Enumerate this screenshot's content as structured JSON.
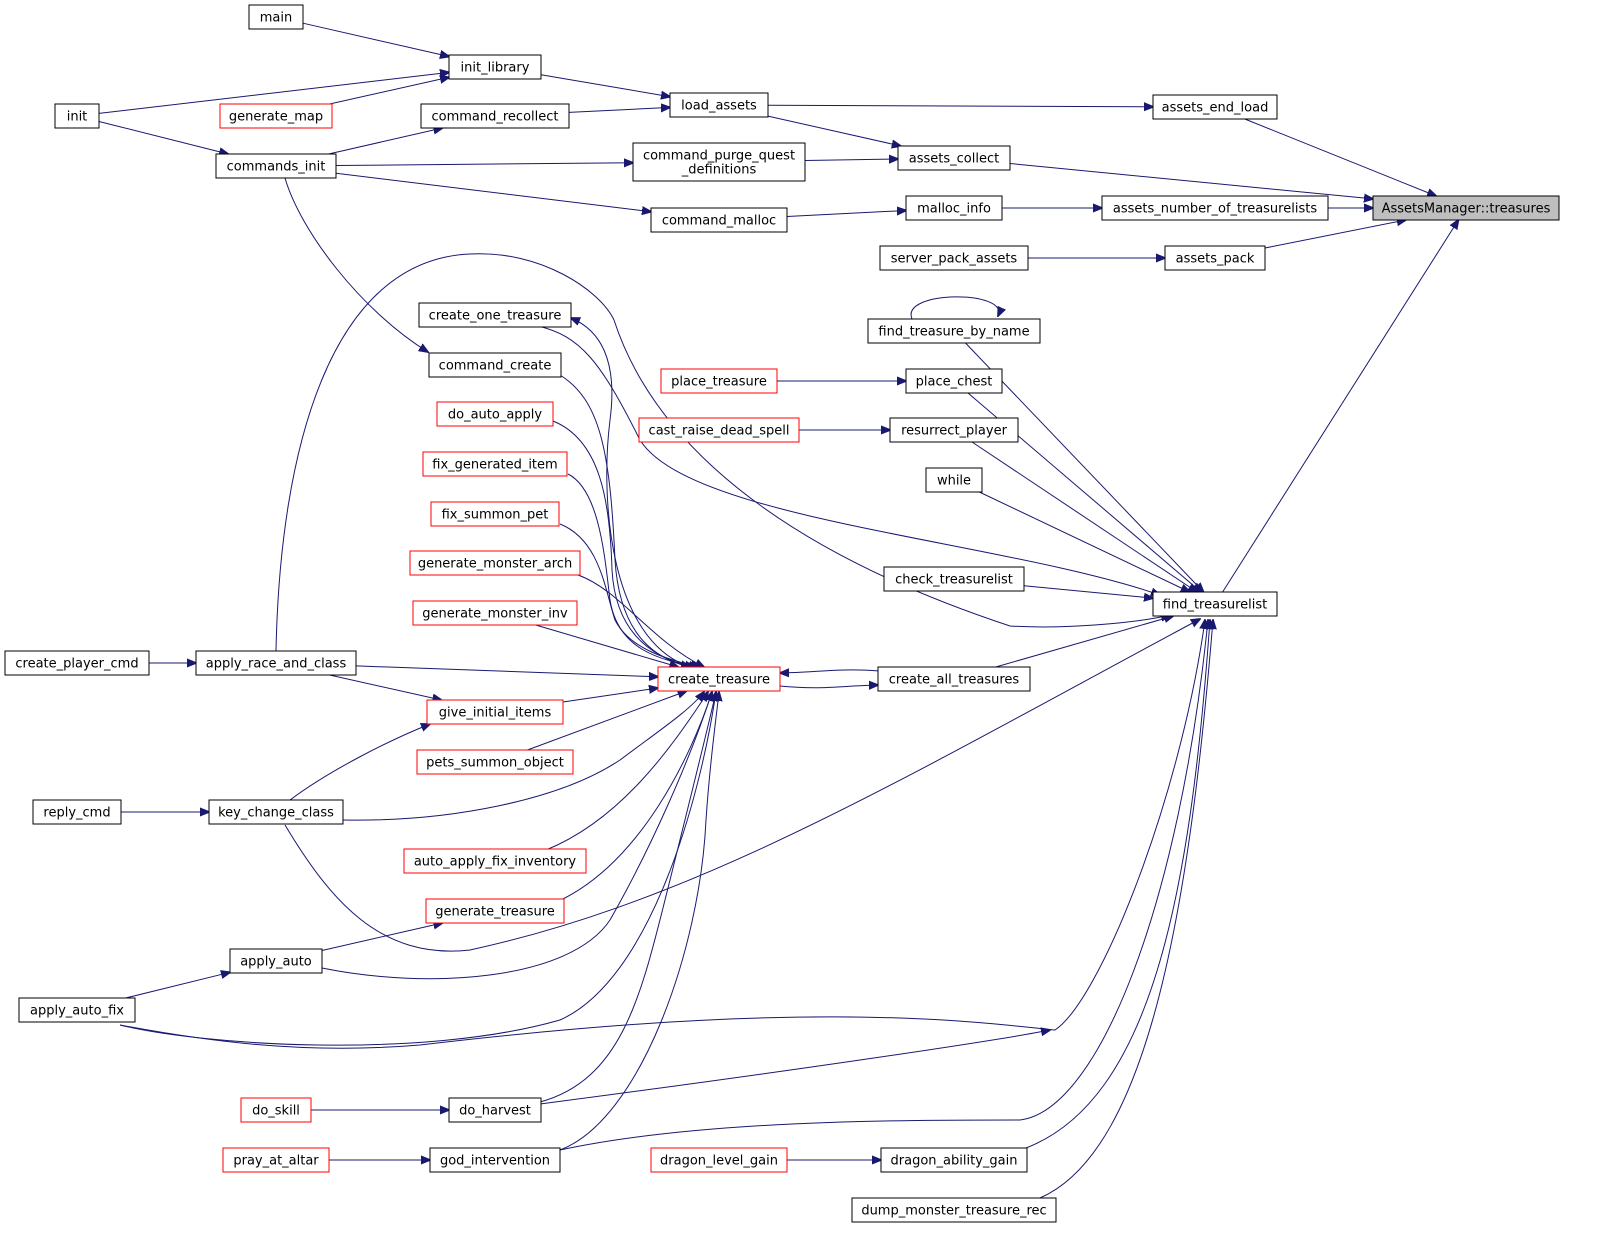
{
  "diagram": {
    "root": "AssetsManager::treasures",
    "colors": {
      "edge": "#191970",
      "node_border": "#000000",
      "incomplete_border": "#ff0000",
      "root_fill": "#bfbfbf"
    },
    "nodes": [
      {
        "id": "root",
        "lines": [
          "AssetsManager::treasures"
        ],
        "style": "root"
      },
      {
        "id": "main",
        "lines": [
          "main"
        ],
        "style": "normal"
      },
      {
        "id": "init_library",
        "lines": [
          "init_library"
        ],
        "style": "normal"
      },
      {
        "id": "init",
        "lines": [
          "init"
        ],
        "style": "normal"
      },
      {
        "id": "generate_map",
        "lines": [
          "generate_map"
        ],
        "style": "red"
      },
      {
        "id": "load_assets",
        "lines": [
          "load_assets"
        ],
        "style": "normal"
      },
      {
        "id": "command_recollect",
        "lines": [
          "command_recollect"
        ],
        "style": "normal"
      },
      {
        "id": "commands_init",
        "lines": [
          "commands_init"
        ],
        "style": "normal"
      },
      {
        "id": "command_purge",
        "lines": [
          "command_purge_quest",
          "_definitions"
        ],
        "style": "normal"
      },
      {
        "id": "assets_collect",
        "lines": [
          "assets_collect"
        ],
        "style": "normal"
      },
      {
        "id": "assets_end_load",
        "lines": [
          "assets_end_load"
        ],
        "style": "normal"
      },
      {
        "id": "command_malloc",
        "lines": [
          "command_malloc"
        ],
        "style": "normal"
      },
      {
        "id": "malloc_info",
        "lines": [
          "malloc_info"
        ],
        "style": "normal"
      },
      {
        "id": "assets_number",
        "lines": [
          "assets_number_of_treasurelists"
        ],
        "style": "normal"
      },
      {
        "id": "server_pack_assets",
        "lines": [
          "server_pack_assets"
        ],
        "style": "normal"
      },
      {
        "id": "assets_pack",
        "lines": [
          "assets_pack"
        ],
        "style": "normal"
      },
      {
        "id": "create_one_treasure",
        "lines": [
          "create_one_treasure"
        ],
        "style": "normal"
      },
      {
        "id": "find_treasure_by_name",
        "lines": [
          "find_treasure_by_name"
        ],
        "style": "normal"
      },
      {
        "id": "command_create",
        "lines": [
          "command_create"
        ],
        "style": "normal"
      },
      {
        "id": "place_treasure",
        "lines": [
          "place_treasure"
        ],
        "style": "red"
      },
      {
        "id": "place_chest",
        "lines": [
          "place_chest"
        ],
        "style": "normal"
      },
      {
        "id": "do_auto_apply",
        "lines": [
          "do_auto_apply"
        ],
        "style": "red"
      },
      {
        "id": "cast_raise_dead_spell",
        "lines": [
          "cast_raise_dead_spell"
        ],
        "style": "red"
      },
      {
        "id": "resurrect_player",
        "lines": [
          "resurrect_player"
        ],
        "style": "normal"
      },
      {
        "id": "fix_generated_item",
        "lines": [
          "fix_generated_item"
        ],
        "style": "red"
      },
      {
        "id": "while",
        "lines": [
          "while"
        ],
        "style": "normal"
      },
      {
        "id": "fix_summon_pet",
        "lines": [
          "fix_summon_pet"
        ],
        "style": "red"
      },
      {
        "id": "generate_monster_arch",
        "lines": [
          "generate_monster_arch"
        ],
        "style": "red"
      },
      {
        "id": "check_treasurelist",
        "lines": [
          "check_treasurelist"
        ],
        "style": "normal"
      },
      {
        "id": "find_treasurelist",
        "lines": [
          "find_treasurelist"
        ],
        "style": "normal"
      },
      {
        "id": "generate_monster_inv",
        "lines": [
          "generate_monster_inv"
        ],
        "style": "red"
      },
      {
        "id": "create_player_cmd",
        "lines": [
          "create_player_cmd"
        ],
        "style": "normal"
      },
      {
        "id": "apply_race_and_class",
        "lines": [
          "apply_race_and_class"
        ],
        "style": "normal"
      },
      {
        "id": "create_treasure",
        "lines": [
          "create_treasure"
        ],
        "style": "red"
      },
      {
        "id": "create_all_treasures",
        "lines": [
          "create_all_treasures"
        ],
        "style": "normal"
      },
      {
        "id": "give_initial_items",
        "lines": [
          "give_initial_items"
        ],
        "style": "red"
      },
      {
        "id": "pets_summon_object",
        "lines": [
          "pets_summon_object"
        ],
        "style": "red"
      },
      {
        "id": "reply_cmd",
        "lines": [
          "reply_cmd"
        ],
        "style": "normal"
      },
      {
        "id": "key_change_class",
        "lines": [
          "key_change_class"
        ],
        "style": "normal"
      },
      {
        "id": "auto_apply_fix_inventory",
        "lines": [
          "auto_apply_fix_inventory"
        ],
        "style": "red"
      },
      {
        "id": "generate_treasure",
        "lines": [
          "generate_treasure"
        ],
        "style": "red"
      },
      {
        "id": "apply_auto",
        "lines": [
          "apply_auto"
        ],
        "style": "normal"
      },
      {
        "id": "apply_auto_fix",
        "lines": [
          "apply_auto_fix"
        ],
        "style": "normal"
      },
      {
        "id": "do_skill",
        "lines": [
          "do_skill"
        ],
        "style": "red"
      },
      {
        "id": "do_harvest",
        "lines": [
          "do_harvest"
        ],
        "style": "normal"
      },
      {
        "id": "pray_at_altar",
        "lines": [
          "pray_at_altar"
        ],
        "style": "red"
      },
      {
        "id": "god_intervention",
        "lines": [
          "god_intervention"
        ],
        "style": "normal"
      },
      {
        "id": "dragon_level_gain",
        "lines": [
          "dragon_level_gain"
        ],
        "style": "red"
      },
      {
        "id": "dragon_ability_gain",
        "lines": [
          "dragon_ability_gain"
        ],
        "style": "normal"
      },
      {
        "id": "dump_monster_treasure_rec",
        "lines": [
          "dump_monster_treasure_rec"
        ],
        "style": "normal"
      }
    ],
    "edges": [
      {
        "from": "main",
        "to": "init_library"
      },
      {
        "from": "init",
        "to": "init_library"
      },
      {
        "from": "generate_map",
        "to": "init_library"
      },
      {
        "from": "init_library",
        "to": "load_assets"
      },
      {
        "from": "command_recollect",
        "to": "load_assets"
      },
      {
        "from": "load_assets",
        "to": "assets_end_load"
      },
      {
        "from": "load_assets",
        "to": "assets_collect"
      },
      {
        "from": "init",
        "to": "commands_init"
      },
      {
        "from": "commands_init",
        "to": "command_recollect"
      },
      {
        "from": "commands_init",
        "to": "command_purge"
      },
      {
        "from": "commands_init",
        "to": "command_malloc"
      },
      {
        "from": "commands_init",
        "to": "command_create"
      },
      {
        "from": "command_purge",
        "to": "assets_collect"
      },
      {
        "from": "command_malloc",
        "to": "malloc_info"
      },
      {
        "from": "malloc_info",
        "to": "assets_number"
      },
      {
        "from": "server_pack_assets",
        "to": "assets_pack"
      },
      {
        "from": "assets_end_load",
        "to": "root"
      },
      {
        "from": "assets_collect",
        "to": "root"
      },
      {
        "from": "assets_number",
        "to": "root"
      },
      {
        "from": "assets_pack",
        "to": "root"
      },
      {
        "from": "find_treasurelist",
        "to": "root"
      },
      {
        "from": "find_treasure_by_name",
        "to": "find_treasure_by_name"
      },
      {
        "from": "find_treasure_by_name",
        "to": "find_treasurelist"
      },
      {
        "from": "place_treasure",
        "to": "place_chest"
      },
      {
        "from": "place_chest",
        "to": "find_treasurelist"
      },
      {
        "from": "cast_raise_dead_spell",
        "to": "resurrect_player"
      },
      {
        "from": "resurrect_player",
        "to": "find_treasurelist"
      },
      {
        "from": "while",
        "to": "find_treasurelist"
      },
      {
        "from": "check_treasurelist",
        "to": "find_treasurelist"
      },
      {
        "from": "create_all_treasures",
        "to": "find_treasurelist"
      },
      {
        "from": "create_one_treasure",
        "to": "find_treasurelist"
      },
      {
        "from": "apply_race_and_class",
        "to": "find_treasurelist"
      },
      {
        "from": "key_change_class",
        "to": "find_treasurelist"
      },
      {
        "from": "apply_auto_fix",
        "to": "find_treasurelist"
      },
      {
        "from": "do_harvest",
        "to": "find_treasurelist"
      },
      {
        "from": "god_intervention",
        "to": "find_treasurelist"
      },
      {
        "from": "dragon_ability_gain",
        "to": "find_treasurelist"
      },
      {
        "from": "dump_monster_treasure_rec",
        "to": "find_treasurelist"
      },
      {
        "from": "create_treasure",
        "to": "create_one_treasure"
      },
      {
        "from": "create_treasure",
        "to": "create_all_treasures"
      },
      {
        "from": "create_all_treasures",
        "to": "create_treasure"
      },
      {
        "from": "command_create",
        "to": "create_treasure"
      },
      {
        "from": "do_auto_apply",
        "to": "create_treasure"
      },
      {
        "from": "fix_generated_item",
        "to": "create_treasure"
      },
      {
        "from": "fix_summon_pet",
        "to": "create_treasure"
      },
      {
        "from": "generate_monster_arch",
        "to": "create_treasure"
      },
      {
        "from": "generate_monster_inv",
        "to": "create_treasure"
      },
      {
        "from": "apply_race_and_class",
        "to": "create_treasure"
      },
      {
        "from": "give_initial_items",
        "to": "create_treasure"
      },
      {
        "from": "pets_summon_object",
        "to": "create_treasure"
      },
      {
        "from": "key_change_class",
        "to": "create_treasure"
      },
      {
        "from": "auto_apply_fix_inventory",
        "to": "create_treasure"
      },
      {
        "from": "generate_treasure",
        "to": "create_treasure"
      },
      {
        "from": "apply_auto",
        "to": "create_treasure"
      },
      {
        "from": "apply_auto_fix",
        "to": "create_treasure"
      },
      {
        "from": "do_harvest",
        "to": "create_treasure"
      },
      {
        "from": "god_intervention",
        "to": "create_treasure"
      },
      {
        "from": "create_player_cmd",
        "to": "apply_race_and_class"
      },
      {
        "from": "apply_race_and_class",
        "to": "give_initial_items"
      },
      {
        "from": "key_change_class",
        "to": "give_initial_items"
      },
      {
        "from": "reply_cmd",
        "to": "key_change_class"
      },
      {
        "from": "apply_auto",
        "to": "generate_treasure"
      },
      {
        "from": "apply_auto_fix",
        "to": "apply_auto"
      },
      {
        "from": "do_skill",
        "to": "do_harvest"
      },
      {
        "from": "pray_at_altar",
        "to": "god_intervention"
      },
      {
        "from": "dragon_level_gain",
        "to": "dragon_ability_gain"
      }
    ]
  }
}
